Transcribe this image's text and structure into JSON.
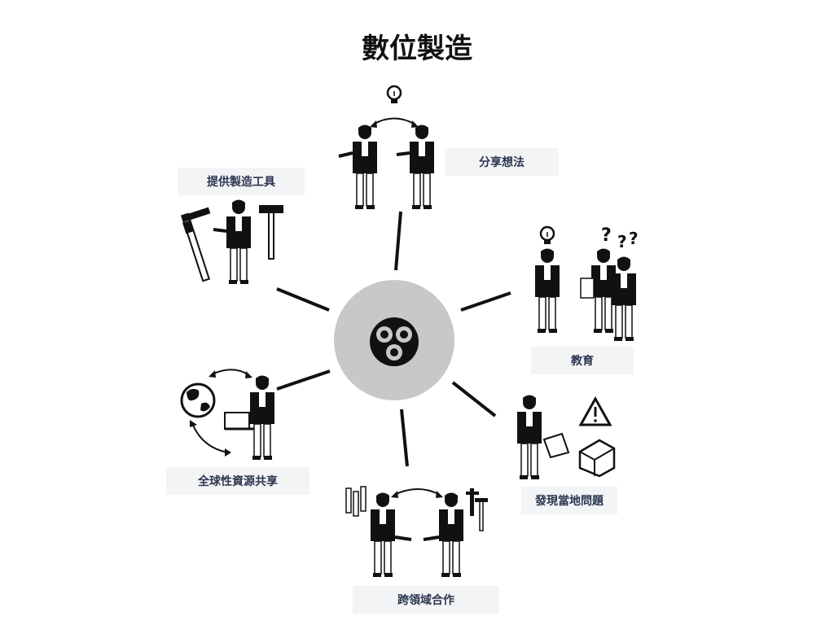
{
  "title": "數位製造",
  "nodes": [
    {
      "id": "share-ideas",
      "label": "分享想法",
      "icon": "two-people-lightbulb-icon"
    },
    {
      "id": "education",
      "label": "教育",
      "icon": "teacher-students-questions-icon"
    },
    {
      "id": "local-problems",
      "label": "發現當地問題",
      "icon": "person-warning-house-icon"
    },
    {
      "id": "collaboration",
      "label": "跨領域合作",
      "icon": "two-people-tools-icon"
    },
    {
      "id": "global-sharing",
      "label": "全球性資源共享",
      "icon": "globe-laptop-person-icon"
    },
    {
      "id": "tools",
      "label": "提供製造工具",
      "icon": "person-caliper-hammer-icon"
    }
  ],
  "hub": {
    "icon": "fab-lab-logo-icon",
    "color": "#c8c8c8"
  },
  "colors": {
    "label_bg": "#f3f4f5",
    "label_text": "#2b3550",
    "ink": "#111111"
  }
}
